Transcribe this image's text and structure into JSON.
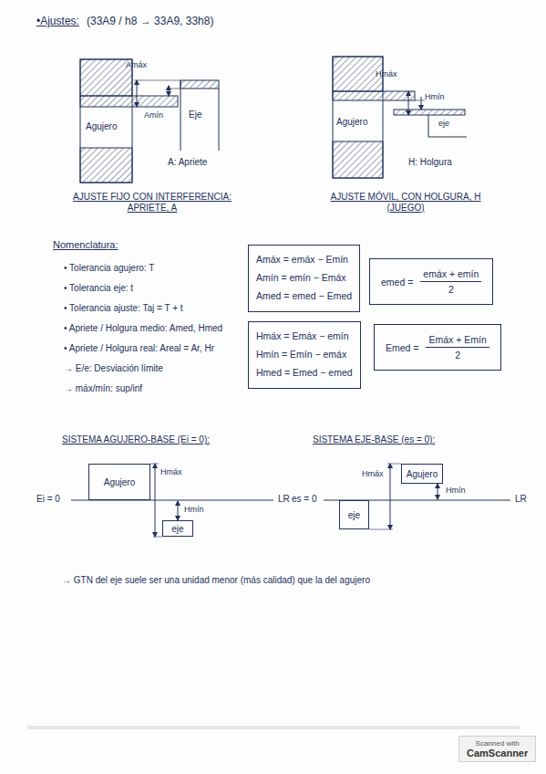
{
  "diagram": {
    "title": "•Ajustes:",
    "nodes": [
      {
        "text": [
          "Amáx = emáx − Emín",
          "Amín = emín − Emáx",
          "Amed = emed − Emed"
        ]
      },
      {
        "text": [
          "emed =",
          "emáx + emín",
          "2"
        ]
      },
      {
        "text": [
          "Hmáx = Emáx − emín",
          "Hmín = Emín − emáx",
          "Hmed = Emed − emed"
        ]
      },
      {
        "text": [
          "Emed =",
          "Emáx + Emín",
          "2"
        ]
      },
      {
        "text": [
          "Agujero"
        ]
      },
      {
        "text": [
          "eje"
        ]
      },
      {
        "text": [
          "Agujero"
        ]
      },
      {
        "text": [
          "eje"
        ]
      },
      {
        "text": [
          "Scanned with",
          "CamScanner"
        ]
      }
    ],
    "labels": [
      "(33A9 / h8 → 33A9, 33h8)",
      "Amáx",
      "Amín",
      "Agujero",
      "Eje",
      "A: Apriete",
      "AJUSTE FIJO CON INTERFERENCIA: APRIETE, A",
      "Hmáx",
      "Hmín",
      "Agujero",
      "eje",
      "H: Holgura",
      "AJUSTE MÓVIL, CON HOLGURA, H (JUEGO)",
      "Nomenclatura:",
      "• Tolerancia agujero: T",
      "• Tolerancia eje: t",
      "• Tolerancia ajuste: Taj = T + t",
      "• Apriete / Holgura medio: Amed, Hmed",
      "• Apriete / Holgura real: Areal = Ar, Hr",
      "→ E/e: Desviación límite",
      "→ máx/mín: sup/inf",
      "SISTEMA AGUJERO-BASE (Ei = 0):",
      "Hmáx",
      "Hmín",
      "Ei = 0",
      "LR",
      "SISTEMA EJE-BASE (es = 0):",
      "Hmáx",
      "Hmín",
      "es = 0",
      "LR",
      "→ GTN del eje suele ser una unidad menor (más calidad) que la del agujero"
    ]
  }
}
